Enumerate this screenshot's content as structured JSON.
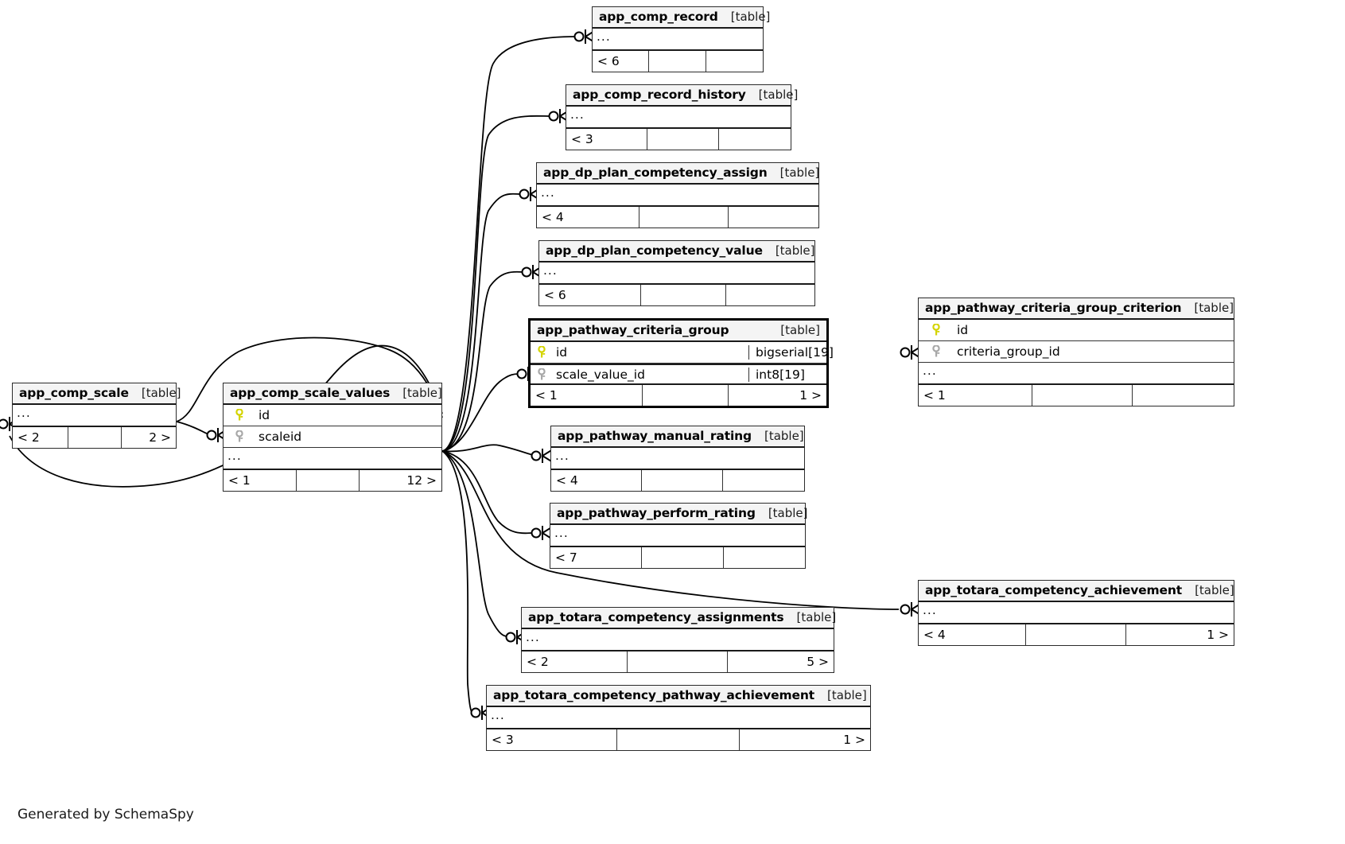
{
  "diagram": {
    "generator_credit": "Generated by SchemaSpy",
    "table_kind_label": "[table]",
    "ellipsis": "...",
    "colors": {
      "header_fill": "#f4f4f4",
      "border": "#2b2b2b",
      "pk_key": "#d4d400",
      "fk_key": "#a8a8a8",
      "background": "#ffffff"
    }
  },
  "tables": [
    {
      "id": "app_comp_record",
      "name": "app_comp_record",
      "kind": "[table]",
      "has_columns": false,
      "ellipsis": "...",
      "footer": {
        "left": "< 6",
        "middle": "",
        "right": ""
      }
    },
    {
      "id": "app_comp_record_history",
      "name": "app_comp_record_history",
      "kind": "[table]",
      "has_columns": false,
      "ellipsis": "...",
      "footer": {
        "left": "< 3",
        "middle": "",
        "right": ""
      }
    },
    {
      "id": "app_dp_plan_competency_assign",
      "name": "app_dp_plan_competency_assign",
      "kind": "[table]",
      "has_columns": false,
      "ellipsis": "...",
      "footer": {
        "left": "< 4",
        "middle": "",
        "right": ""
      }
    },
    {
      "id": "app_dp_plan_competency_value",
      "name": "app_dp_plan_competency_value",
      "kind": "[table]",
      "has_columns": false,
      "ellipsis": "...",
      "footer": {
        "left": "< 6",
        "middle": "",
        "right": ""
      }
    },
    {
      "id": "app_pathway_criteria_group",
      "name": "app_pathway_criteria_group",
      "kind": "[table]",
      "focused": true,
      "has_columns": true,
      "columns": [
        {
          "key": "primary",
          "name": "id",
          "type": "bigserial[19]"
        },
        {
          "key": "foreign",
          "name": "scale_value_id",
          "type": "int8[19]"
        }
      ],
      "footer": {
        "left": "< 1",
        "middle": "",
        "right": "1 >"
      }
    },
    {
      "id": "app_pathway_criteria_group_criterion",
      "name": "app_pathway_criteria_group_criterion",
      "kind": "[table]",
      "has_columns": true,
      "columns": [
        {
          "key": "primary",
          "name": "id",
          "type": ""
        },
        {
          "key": "foreign",
          "name": "criteria_group_id",
          "type": ""
        }
      ],
      "ellipsis": "...",
      "footer": {
        "left": "< 1",
        "middle": "",
        "right": ""
      }
    },
    {
      "id": "app_pathway_manual_rating",
      "name": "app_pathway_manual_rating",
      "kind": "[table]",
      "has_columns": false,
      "ellipsis": "...",
      "footer": {
        "left": "< 4",
        "middle": "",
        "right": ""
      }
    },
    {
      "id": "app_pathway_perform_rating",
      "name": "app_pathway_perform_rating",
      "kind": "[table]",
      "has_columns": false,
      "ellipsis": "...",
      "footer": {
        "left": "< 7",
        "middle": "",
        "right": ""
      }
    },
    {
      "id": "app_comp_scale",
      "name": "app_comp_scale",
      "kind": "[table]",
      "has_columns": false,
      "ellipsis": "...",
      "footer": {
        "left": "< 2",
        "middle": "",
        "right": "2 >"
      }
    },
    {
      "id": "app_comp_scale_values",
      "name": "app_comp_scale_values",
      "kind": "[table]",
      "has_columns": true,
      "columns": [
        {
          "key": "primary",
          "name": "id",
          "type": ""
        },
        {
          "key": "foreign",
          "name": "scaleid",
          "type": ""
        }
      ],
      "ellipsis": "...",
      "footer": {
        "left": "< 1",
        "middle": "",
        "right": "12 >"
      }
    },
    {
      "id": "app_totara_competency_achievement",
      "name": "app_totara_competency_achievement",
      "kind": "[table]",
      "has_columns": false,
      "ellipsis": "...",
      "footer": {
        "left": "< 4",
        "middle": "",
        "right": "1 >"
      }
    },
    {
      "id": "app_totara_competency_assignments",
      "name": "app_totara_competency_assignments",
      "kind": "[table]",
      "has_columns": false,
      "ellipsis": "...",
      "footer": {
        "left": "< 2",
        "middle": "",
        "right": "5 >"
      }
    },
    {
      "id": "app_totara_competency_pathway_achievement",
      "name": "app_totara_competency_pathway_achievement",
      "kind": "[table]",
      "has_columns": false,
      "ellipsis": "...",
      "footer": {
        "left": "< 3",
        "middle": "",
        "right": "1 >"
      }
    }
  ]
}
